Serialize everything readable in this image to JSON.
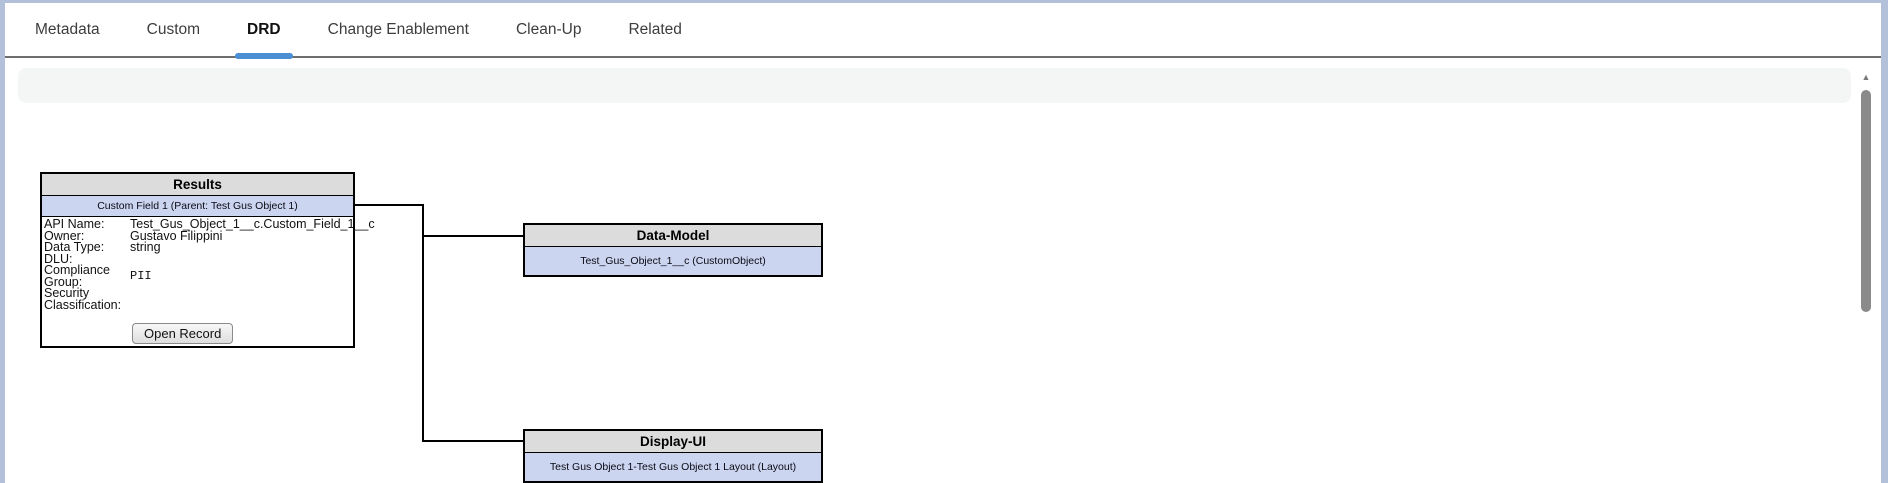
{
  "tabs": {
    "items": [
      {
        "label": "Metadata",
        "active": false
      },
      {
        "label": "Custom",
        "active": false
      },
      {
        "label": "DRD",
        "active": true
      },
      {
        "label": "Change Enablement",
        "active": false
      },
      {
        "label": "Clean-Up",
        "active": false
      },
      {
        "label": "Related",
        "active": false
      }
    ]
  },
  "colors": {
    "frame_border": "#b2c0da",
    "active_tab_underline": "#4a8fd3",
    "tab_divider": "#6e6e6e",
    "box_border": "#000000",
    "box_header_bg": "#dcdcdc",
    "box_subrow_bg": "#ccd5f0",
    "toolbar_bg": "#f4f6f5",
    "scrollbar_thumb": "#8a8a8a"
  },
  "icons": {
    "scroll_up": "▲"
  },
  "diagram": {
    "results_box": {
      "title": "Results",
      "subtitle": "Custom Field 1 (Parent: Test Gus Object 1)",
      "fields": [
        {
          "label": "API Name:",
          "value": "Test_Gus_Object_1__c.Custom_Field_1__c"
        },
        {
          "label": "Owner:",
          "value": "Gustavo Filippini"
        },
        {
          "label": "Data Type:",
          "value": "string"
        },
        {
          "label": "DLU:",
          "value": ""
        },
        {
          "label": "Compliance Group:",
          "value": "PII"
        },
        {
          "label": "Security Classification:",
          "value": ""
        }
      ],
      "button_label": "Open Record"
    },
    "data_model_box": {
      "title": "Data-Model",
      "subtitle": "Test_Gus_Object_1__c (CustomObject)"
    },
    "display_ui_box": {
      "title": "Display-UI",
      "subtitle": "Test Gus Object 1-Test Gus Object 1 Layout (Layout)"
    }
  }
}
